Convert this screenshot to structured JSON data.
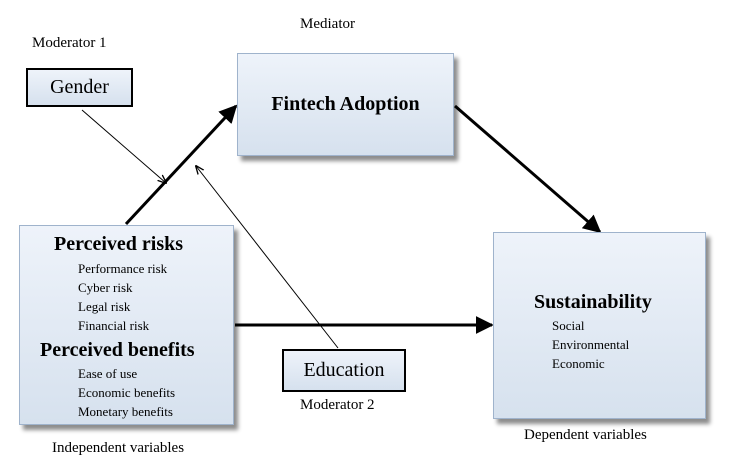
{
  "labels": {
    "moderator1": "Moderator 1",
    "mediator": "Mediator",
    "moderator2": "Moderator 2",
    "independent": "Independent variables",
    "dependent": "Dependent variables"
  },
  "boxes": {
    "gender": "Gender",
    "fintech": "Fintech Adoption",
    "education": "Education",
    "perceived_risks": {
      "title": "Perceived risks",
      "items": [
        "Performance risk",
        "Cyber risk",
        "Legal risk",
        "Financial risk"
      ]
    },
    "perceived_benefits": {
      "title": "Perceived benefits",
      "items": [
        "Ease of use",
        "Economic benefits",
        "Monetary benefits"
      ]
    },
    "sustainability": {
      "title": "Sustainability",
      "items": [
        "Social",
        "Environmental",
        "Economic"
      ]
    }
  }
}
